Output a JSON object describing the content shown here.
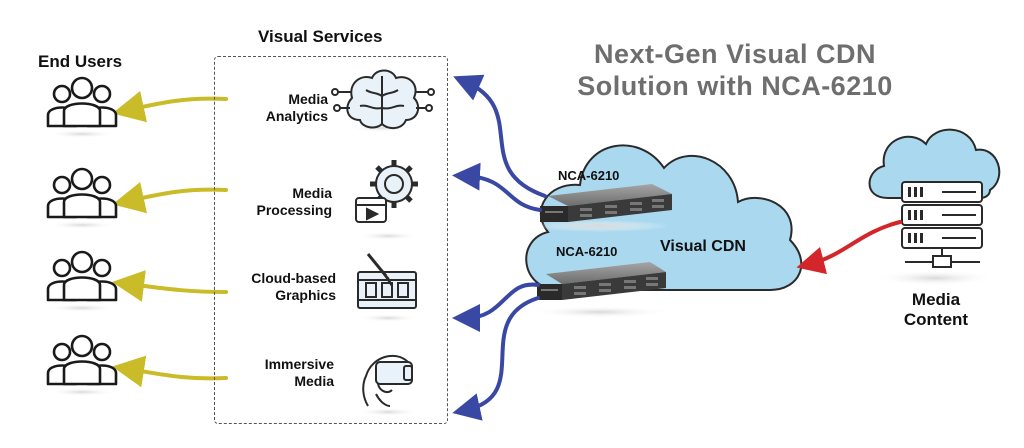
{
  "title": {
    "line1": "Next-Gen Visual CDN",
    "line2": "Solution with NCA-6210"
  },
  "end_users": {
    "heading": "End Users"
  },
  "visual_services": {
    "heading": "Visual Services",
    "items": [
      {
        "label": "Media\nAnalytics",
        "icon": "brain-circuit-icon"
      },
      {
        "label": "Media\nProcessing",
        "icon": "gear-video-icon"
      },
      {
        "label": "Cloud-based\nGraphics",
        "icon": "graphics-film-brush-icon"
      },
      {
        "label": "Immersive\nMedia",
        "icon": "vr-headset-icon"
      }
    ]
  },
  "devices": [
    {
      "label": "NCA-6210"
    },
    {
      "label": "NCA-6210"
    }
  ],
  "cloud": {
    "label": "Visual CDN"
  },
  "media_content": {
    "label": "Media\nContent",
    "icon": "cloud-server-icon"
  },
  "colors": {
    "user_arrow": "#c9bc28",
    "service_arrow": "#3949a3",
    "content_arrow": "#d3262a",
    "cloud_fill": "#a9d8ef",
    "title": "#6e6e6e"
  }
}
